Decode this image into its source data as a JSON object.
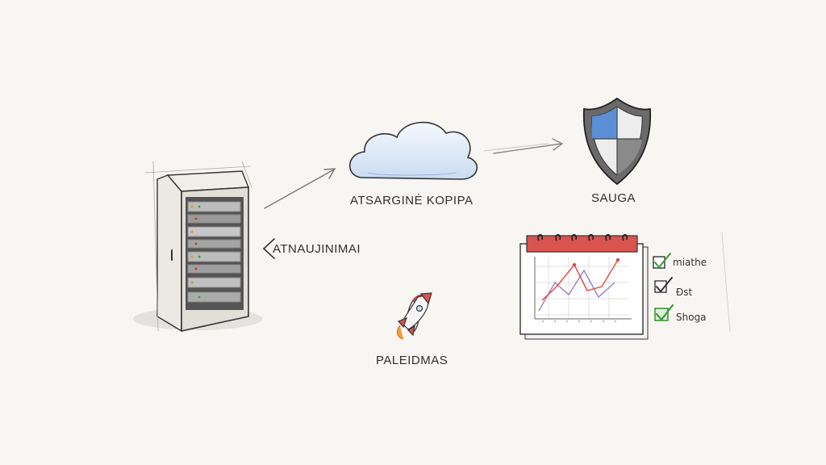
{
  "labels": {
    "backup": "ATSARGINĖ KOPIPA",
    "security": "SAUGA",
    "updates": "ATNAUJINIMAI",
    "launch": "PALEIDMAS"
  },
  "checklist": [
    {
      "label": "miathe"
    },
    {
      "label": "Ðst"
    },
    {
      "label": "Shoga"
    }
  ],
  "icons": [
    "server-rack-icon",
    "cloud-icon",
    "shield-icon",
    "calendar-icon",
    "rocket-icon",
    "checkbox-icon"
  ],
  "colors": {
    "cloud_fill": "#dce9f7",
    "shield_blue": "#5a8fd8",
    "calendar_red": "#d9534f",
    "check_green": "#3a9a3a",
    "chart_red": "#e0483f",
    "chart_purple": "#9a7fc4"
  }
}
